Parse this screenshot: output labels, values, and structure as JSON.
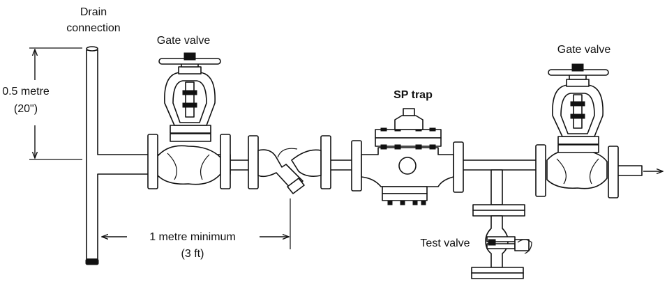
{
  "labels": {
    "drain_line1": "Drain",
    "drain_line2": "connection",
    "gate_valve_left": "Gate valve",
    "gate_valve_right": "Gate valve",
    "sp_trap": "SP trap",
    "test_valve": "Test valve",
    "height_line1": "0.5 metre",
    "height_line2": "(20\")",
    "distance_line1": "1 metre minimum",
    "distance_line2": "(3 ft)"
  },
  "colors": {
    "line": "#111111",
    "background": "#ffffff"
  }
}
